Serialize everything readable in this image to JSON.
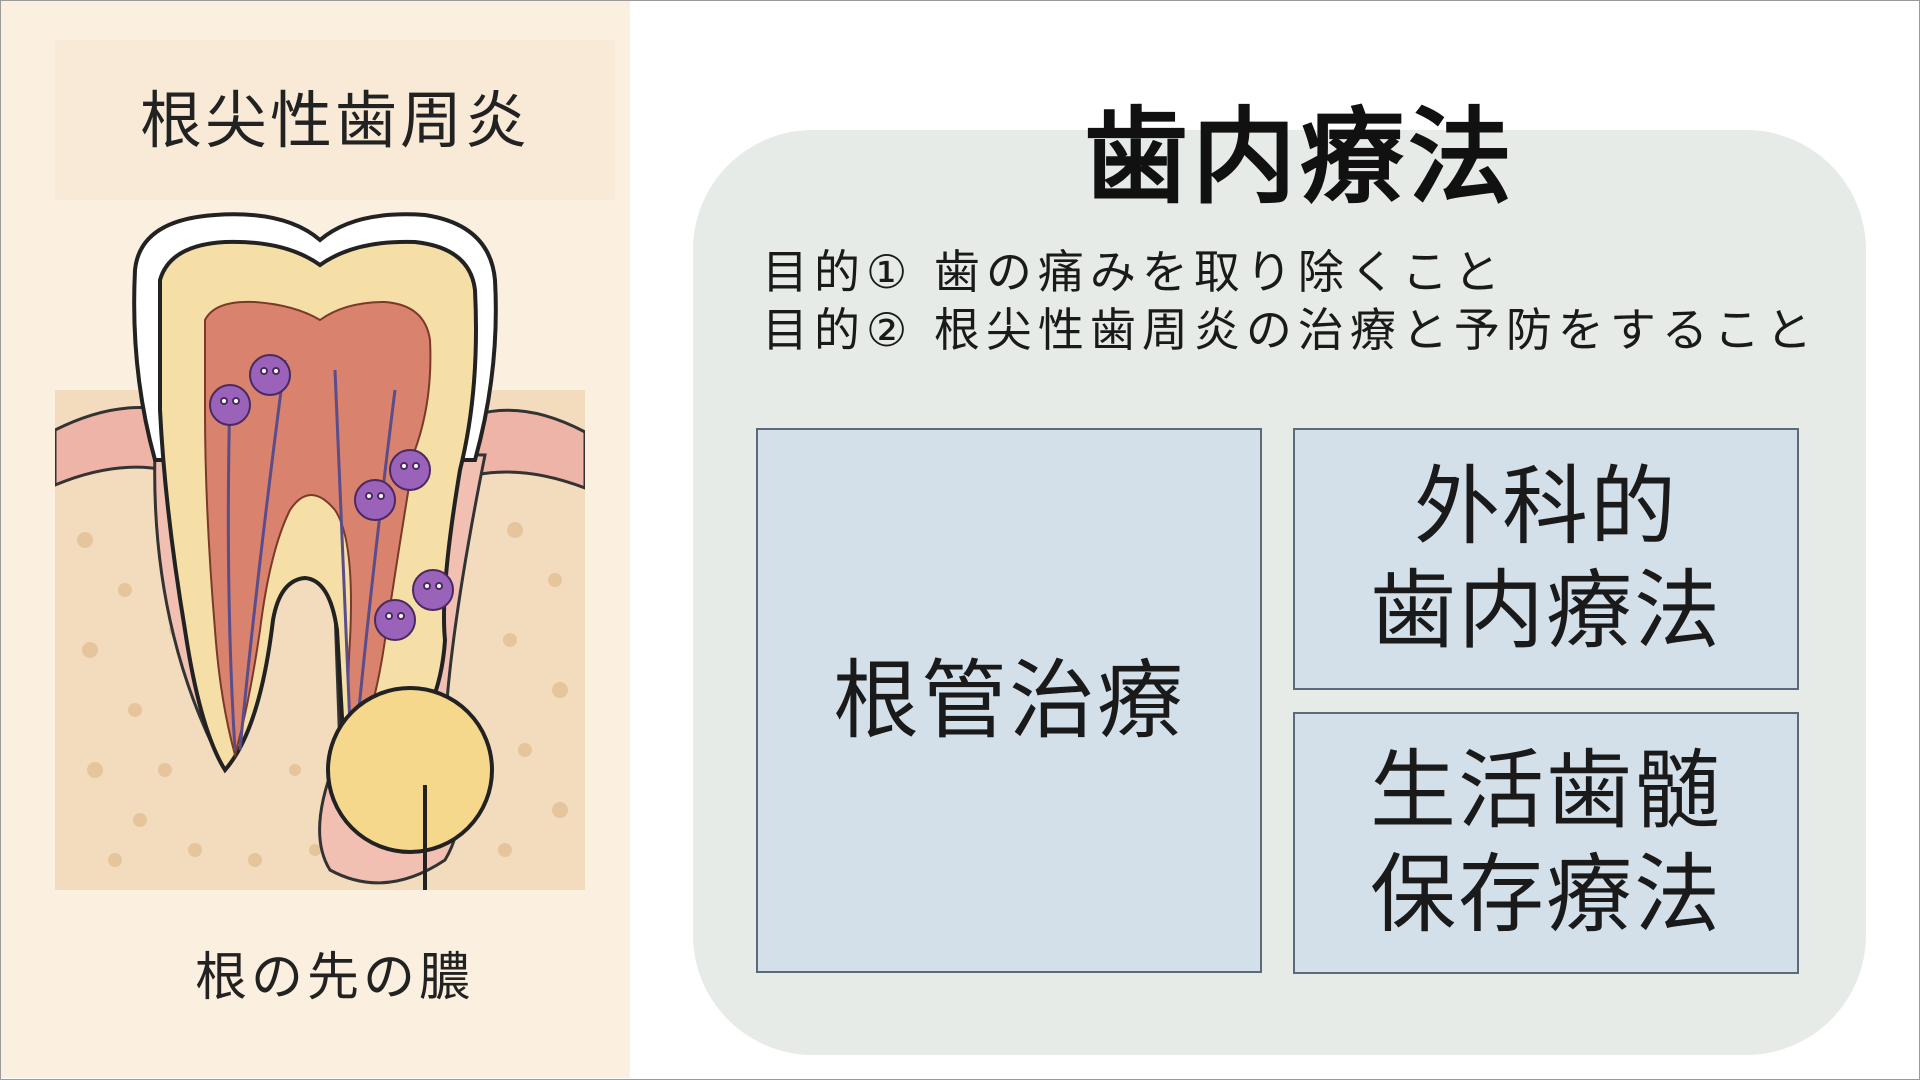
{
  "illustration": {
    "title": "根尖性歯周炎",
    "caption": "根の先の膿",
    "colors": {
      "background": "#fbf0df",
      "bone": "#f3dcbd",
      "gum": "#efb4a8",
      "enamel": "#ffffff",
      "dentin": "#f5dfa6",
      "pulp": "#d9826e",
      "pus": "#f5d88c",
      "bacteria": "#9a62b8"
    }
  },
  "slide": {
    "title": "歯内療法",
    "purposes": [
      "目的① 歯の痛みを取り除くこと",
      "目的② 根尖性歯周炎の治療と予防をすること"
    ],
    "boxes": {
      "root_canal": [
        "根管治療"
      ],
      "surgical": [
        "外科的",
        "歯内療法"
      ],
      "vital_pulp": [
        "生活歯髄",
        "保存療法"
      ]
    },
    "colors": {
      "card": "#e6ebe7",
      "box": "#d3e0ea",
      "box_border": "#5a6a7a"
    }
  }
}
